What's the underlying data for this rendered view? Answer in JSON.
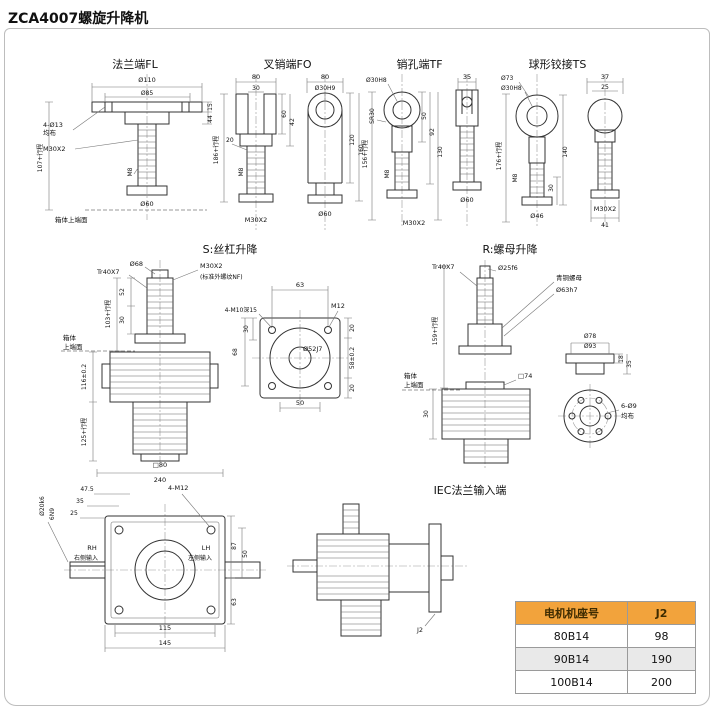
{
  "page": {
    "title": "ZCA4007螺旋升降机"
  },
  "views": {
    "fl": {
      "title": "法兰端FL",
      "dia110": "Ø110",
      "dia85": "Ø85",
      "t15": "15",
      "t44": "44",
      "holes": "4-Ø13",
      "holes_note": "均布",
      "thread": "M30X2",
      "m8": "M8",
      "dia60": "Ø60",
      "stroke": "107+行程",
      "face": "箱体上端面"
    },
    "fo": {
      "title": "叉销端FO",
      "w80": "80",
      "w30": "30",
      "h60": "60",
      "h42": "42",
      "w20": "20",
      "stroke": "186+行程",
      "thread": "M30X2",
      "m8": "M8",
      "dia60": "Ø60",
      "w80b": "80",
      "hole": "Ø30H9",
      "h120": "120",
      "h160": "160"
    },
    "tf": {
      "title": "销孔端TF",
      "hole": "Ø30H8",
      "sr": "SR30",
      "w35": "35",
      "h50": "50",
      "h92": "92",
      "h130": "130",
      "stroke": "156+行程",
      "m8": "M8",
      "thread": "M30X2",
      "dia60": "Ø60"
    },
    "ts": {
      "title": "球形铰接TS",
      "dia73": "Ø73",
      "hole": "Ø30H8",
      "w37": "37",
      "w25": "25",
      "stroke": "176+行程",
      "m8": "M8",
      "dia46": "Ø46",
      "h140": "140",
      "h30": "30",
      "w41": "41",
      "thread": "M30X2"
    },
    "s": {
      "title": "S:丝杠升降",
      "dia68": "Ø68",
      "tr": "Tr40X7",
      "thread": "M30X2",
      "note": "(标准外螺纹NF)",
      "h52": "52",
      "h30": "30",
      "stroke": "103+行程",
      "face1": "箱体",
      "face2": "上端面",
      "h116": "116±0.2",
      "stroke2": "125+行程",
      "sq80": "□80",
      "h240": "240",
      "w63": "63",
      "bolts": "4-M10深15",
      "m12": "M12",
      "bore": "Ø52J7",
      "d20a": "20",
      "d58": "58±0.2",
      "d20b": "20",
      "d30": "30",
      "d68": "68",
      "w50": "50"
    },
    "r": {
      "title": "R:螺母升降",
      "tr": "Tr40X7",
      "dia25": "Ø25f6",
      "nut": "青铜螺母",
      "nut_dia": "Ø63h7",
      "stroke": "159+行程",
      "face1": "箱体",
      "face2": "上端面",
      "sq74": "□74",
      "dia78": "Ø78",
      "dia93": "Ø93",
      "t18": "18",
      "t35": "35",
      "bolts": "6-Ø9",
      "bolts_note": "均布",
      "h30": "30"
    },
    "front": {
      "d475": "47.5",
      "d35": "35",
      "d25": "25",
      "shaft": "Ø20k6",
      "key": "6N9",
      "bolts": "4-M12",
      "rh": "RH",
      "rh_note": "右侧输入",
      "lh": "LH",
      "lh_note": "左侧输入",
      "h87": "87",
      "h50": "50",
      "h63": "63",
      "w115": "115",
      "w145": "145"
    },
    "iec": {
      "title": "IEC法兰输入端",
      "j2": "J2"
    }
  },
  "table": {
    "headers": [
      "电机机座号",
      "J2"
    ],
    "rows": [
      [
        "80B14",
        "98"
      ],
      [
        "90B14",
        "190"
      ],
      [
        "100B14",
        "200"
      ]
    ]
  },
  "colors": {
    "table_header": "#F2A33C",
    "row_alt": "#E9E9E9",
    "line": "#333333"
  }
}
